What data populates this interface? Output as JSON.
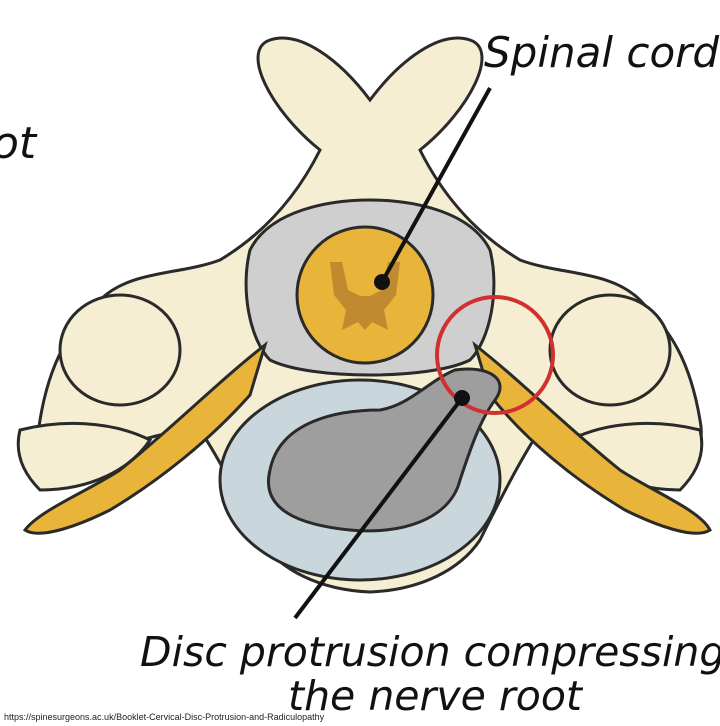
{
  "labels": {
    "partial_left": "ot",
    "spinal_cord": "Spinal cord",
    "disc_line1": "Disc protrusion compressing",
    "disc_line2": "the nerve root"
  },
  "source_url": "https://spinesurgeons.ac.uk/Booklet-Cervical-Disc-Protrusion-and-Radiculopathy",
  "colors": {
    "bone": "#f6eed2",
    "bone_outline": "#2a2a2a",
    "nerve": "#e8b43a",
    "cord_gray_matter": "#c08a30",
    "dura_gray": "#cfcfcf",
    "disc_annulus": "#c9d6dc",
    "disc_nucleus": "#9e9e9e",
    "highlight_circle": "#d03030"
  }
}
